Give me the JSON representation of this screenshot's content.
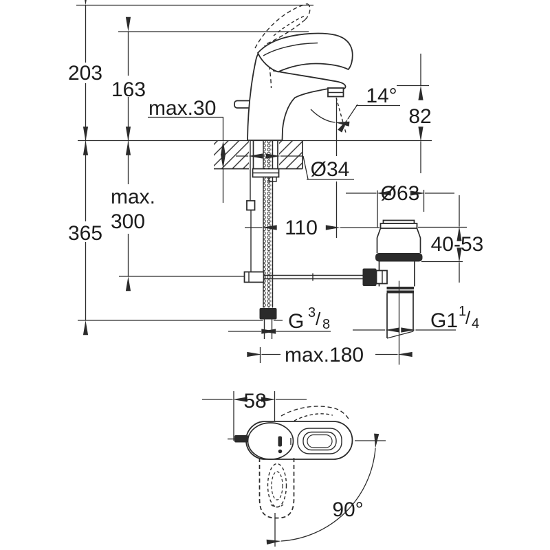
{
  "drawing": {
    "kind": "faucet technical dimension drawing",
    "background": "#ffffff",
    "ink_color": "#2b2b2b"
  },
  "side_view": {
    "name": "basin mixer side elevation with pop-up waste",
    "dims": {
      "total_height": "203",
      "body_height": "163",
      "deck_thickness_max": "max.30",
      "spray_angle": "14°",
      "spout_outlet_height": "82",
      "mount_hole_dia": "Ø34",
      "popup_max_line1": "max.",
      "popup_max_line2": "300",
      "hose_drop": "365",
      "spout_projection": "110",
      "waste_flange_dia": "Ø63",
      "basin_clamp_range": "40-53",
      "reach_max": "max.180",
      "supply_thread": {
        "g": "G",
        "sup": "3",
        "slash": "/",
        "sub": "8"
      },
      "waste_thread": {
        "g": "G1",
        "sup": "1",
        "slash": "/",
        "sub": "4"
      }
    }
  },
  "top_view": {
    "name": "basin mixer plan view with lever swivel",
    "dims": {
      "lever_offset": "58",
      "swivel_angle": "90°"
    }
  }
}
